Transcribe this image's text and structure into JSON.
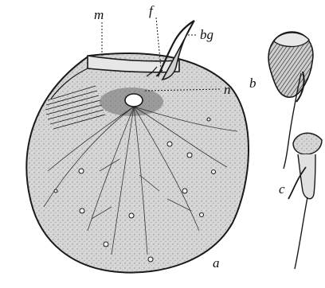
{
  "labels": {
    "m": "m",
    "f": "f",
    "bg": "bg",
    "n": "n",
    "a": "a",
    "b": "b",
    "c": "c"
  }
}
